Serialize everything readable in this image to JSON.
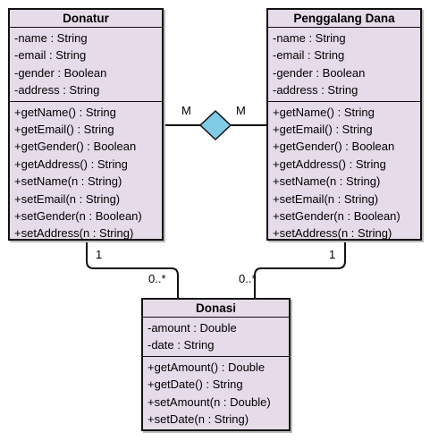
{
  "classes": {
    "donatur": {
      "name": "Donatur",
      "attributes": [
        "-name : String",
        "-email : String",
        "-gender : Boolean",
        "-address : String"
      ],
      "methods": [
        "+getName() : String",
        "+getEmail() : String",
        "+getGender() : Boolean",
        "+getAddress() : String",
        "+setName(n : String)",
        "+setEmail(n : String)",
        "+setGender(n : Boolean)",
        "+setAddress(n : String)"
      ]
    },
    "penggalang": {
      "name": "Penggalang Dana",
      "attributes": [
        "-name : String",
        "-email : String",
        "-gender : Boolean",
        "-address : String"
      ],
      "methods": [
        "+getName() : String",
        "+getEmail() : String",
        "+getGender() : Boolean",
        "+getAddress() : String",
        "+setName(n : String)",
        "+setEmail(n : String)",
        "+setGender(n : Boolean)",
        "+setAddress(n : String)"
      ]
    },
    "donasi": {
      "name": "Donasi",
      "attributes": [
        "-amount : Double",
        "-date : String"
      ],
      "methods": [
        "+getAmount() : Double",
        "+getDate() : String",
        "+setAmount(n : Double)",
        "+setDate(n : String)"
      ]
    }
  },
  "associations": {
    "donatur_penggalang": {
      "left_mult": "M",
      "right_mult": "M"
    },
    "donatur_donasi": {
      "source_mult": "1",
      "target_mult": "0..*"
    },
    "penggalang_donasi": {
      "source_mult": "1",
      "target_mult": "0..*"
    }
  },
  "colors": {
    "class_fill": "#e6dbe9",
    "diamond_fill": "#7fcbe6"
  }
}
